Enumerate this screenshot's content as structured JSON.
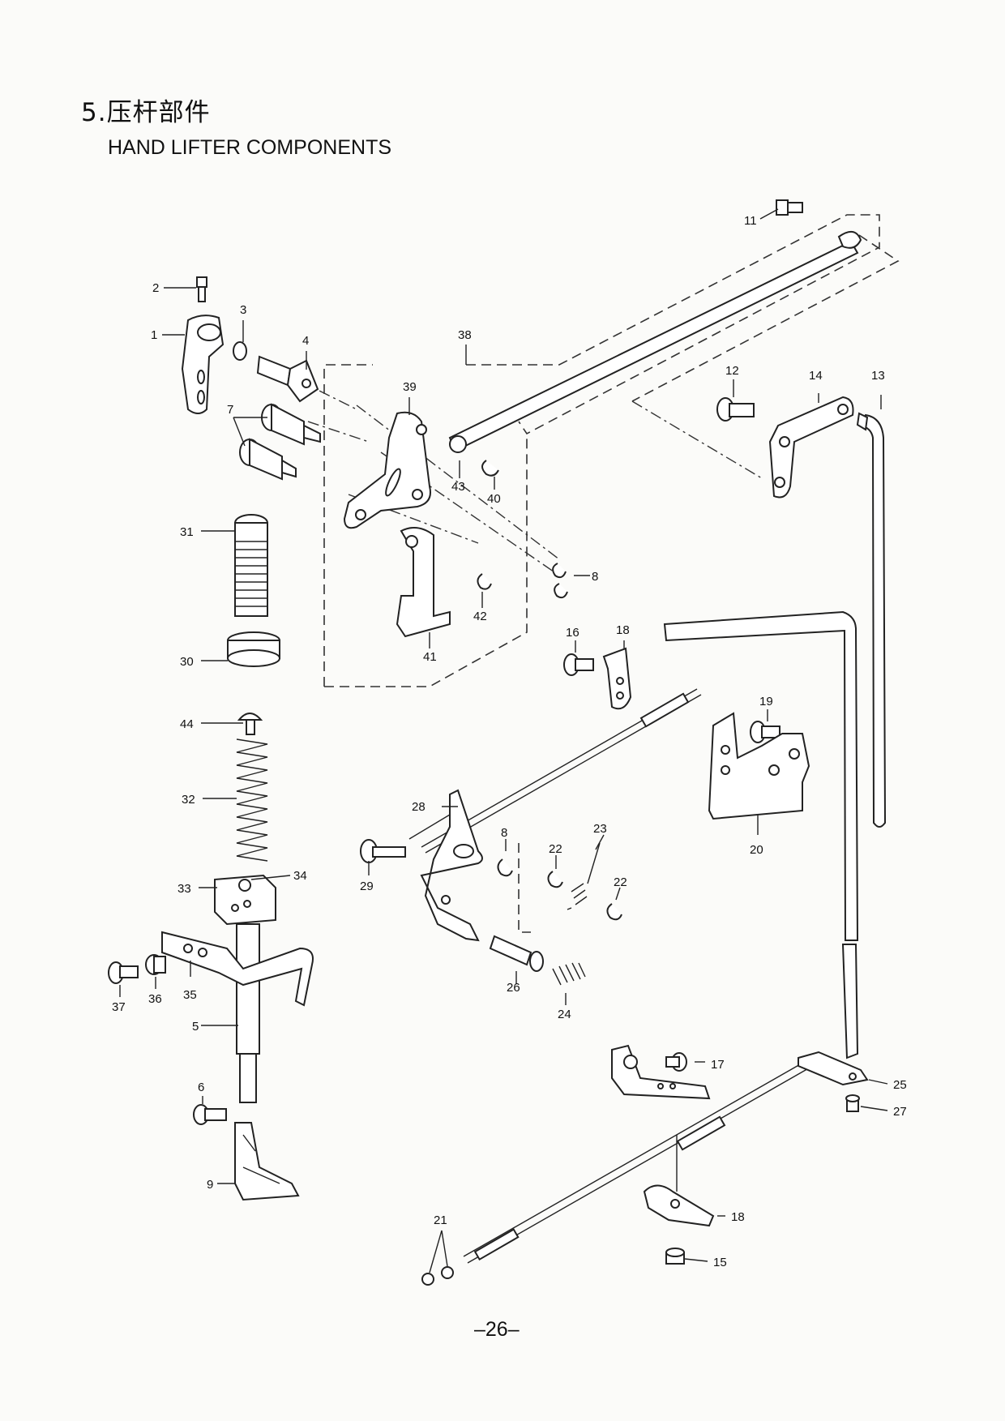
{
  "section": {
    "title_cn": "5.压杆部件",
    "title_en": "HAND LIFTER COMPONENTS"
  },
  "page_number": "–26–",
  "callouts": {
    "c1": "1",
    "c2": "2",
    "c3": "3",
    "c4": "4",
    "c5": "5",
    "c6": "6",
    "c7": "7",
    "c8": "8",
    "c9": "9",
    "c11": "11",
    "c12": "12",
    "c13": "13",
    "c14": "14",
    "c15": "15",
    "c16": "16",
    "c17": "17",
    "c18": "18",
    "c19": "19",
    "c20": "20",
    "c21": "21",
    "c22": "22",
    "c23": "23",
    "c24": "24",
    "c25": "25",
    "c26": "26",
    "c27": "27",
    "c28": "28",
    "c29": "29",
    "c30": "30",
    "c31": "31",
    "c32": "32",
    "c33": "33",
    "c34": "34",
    "c35": "35",
    "c36": "36",
    "c37": "37",
    "c38": "38",
    "c39": "39",
    "c40": "40",
    "c41": "41",
    "c42": "42",
    "c43": "43",
    "c44": "44"
  }
}
